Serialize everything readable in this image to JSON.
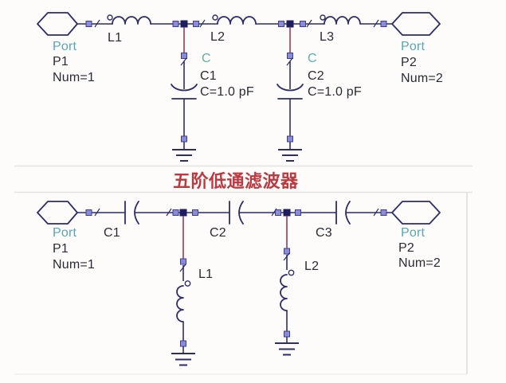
{
  "colors": {
    "canvas_bg": "#fdfcfb",
    "wire": "#2d2d6b",
    "stub": "#9c3a55",
    "node_dark": "#1d1d60",
    "node_light": "#8c8cd4",
    "node_stroke": "#3d3d99",
    "port_teal": "#57a7b4",
    "cap_teal": "#5fb0a6",
    "label_text": "#2a2a32",
    "title_red": "#bc3940",
    "border": "#e3e3e3"
  },
  "title": {
    "text": "五阶低通滤波器"
  },
  "top": {
    "port1": {
      "kind": "Port",
      "name": "P1",
      "num": "Num=1"
    },
    "port2": {
      "kind": "Port",
      "name": "P2",
      "num": "Num=2"
    },
    "l1": "L1",
    "l2": "L2",
    "l3": "L3",
    "c1": {
      "kind": "C",
      "name": "C1",
      "value": "C=1.0 pF"
    },
    "c2": {
      "kind": "C",
      "name": "C2",
      "value": "C=1.0 pF"
    }
  },
  "bottom": {
    "port1": {
      "kind": "Port",
      "name": "P1",
      "num": "Num=1"
    },
    "port2": {
      "kind": "Port",
      "name": "P2",
      "num": "Num=2"
    },
    "c1": "C1",
    "c2": "C2",
    "c3": "C3",
    "l1": "L1",
    "l2": "L2"
  }
}
